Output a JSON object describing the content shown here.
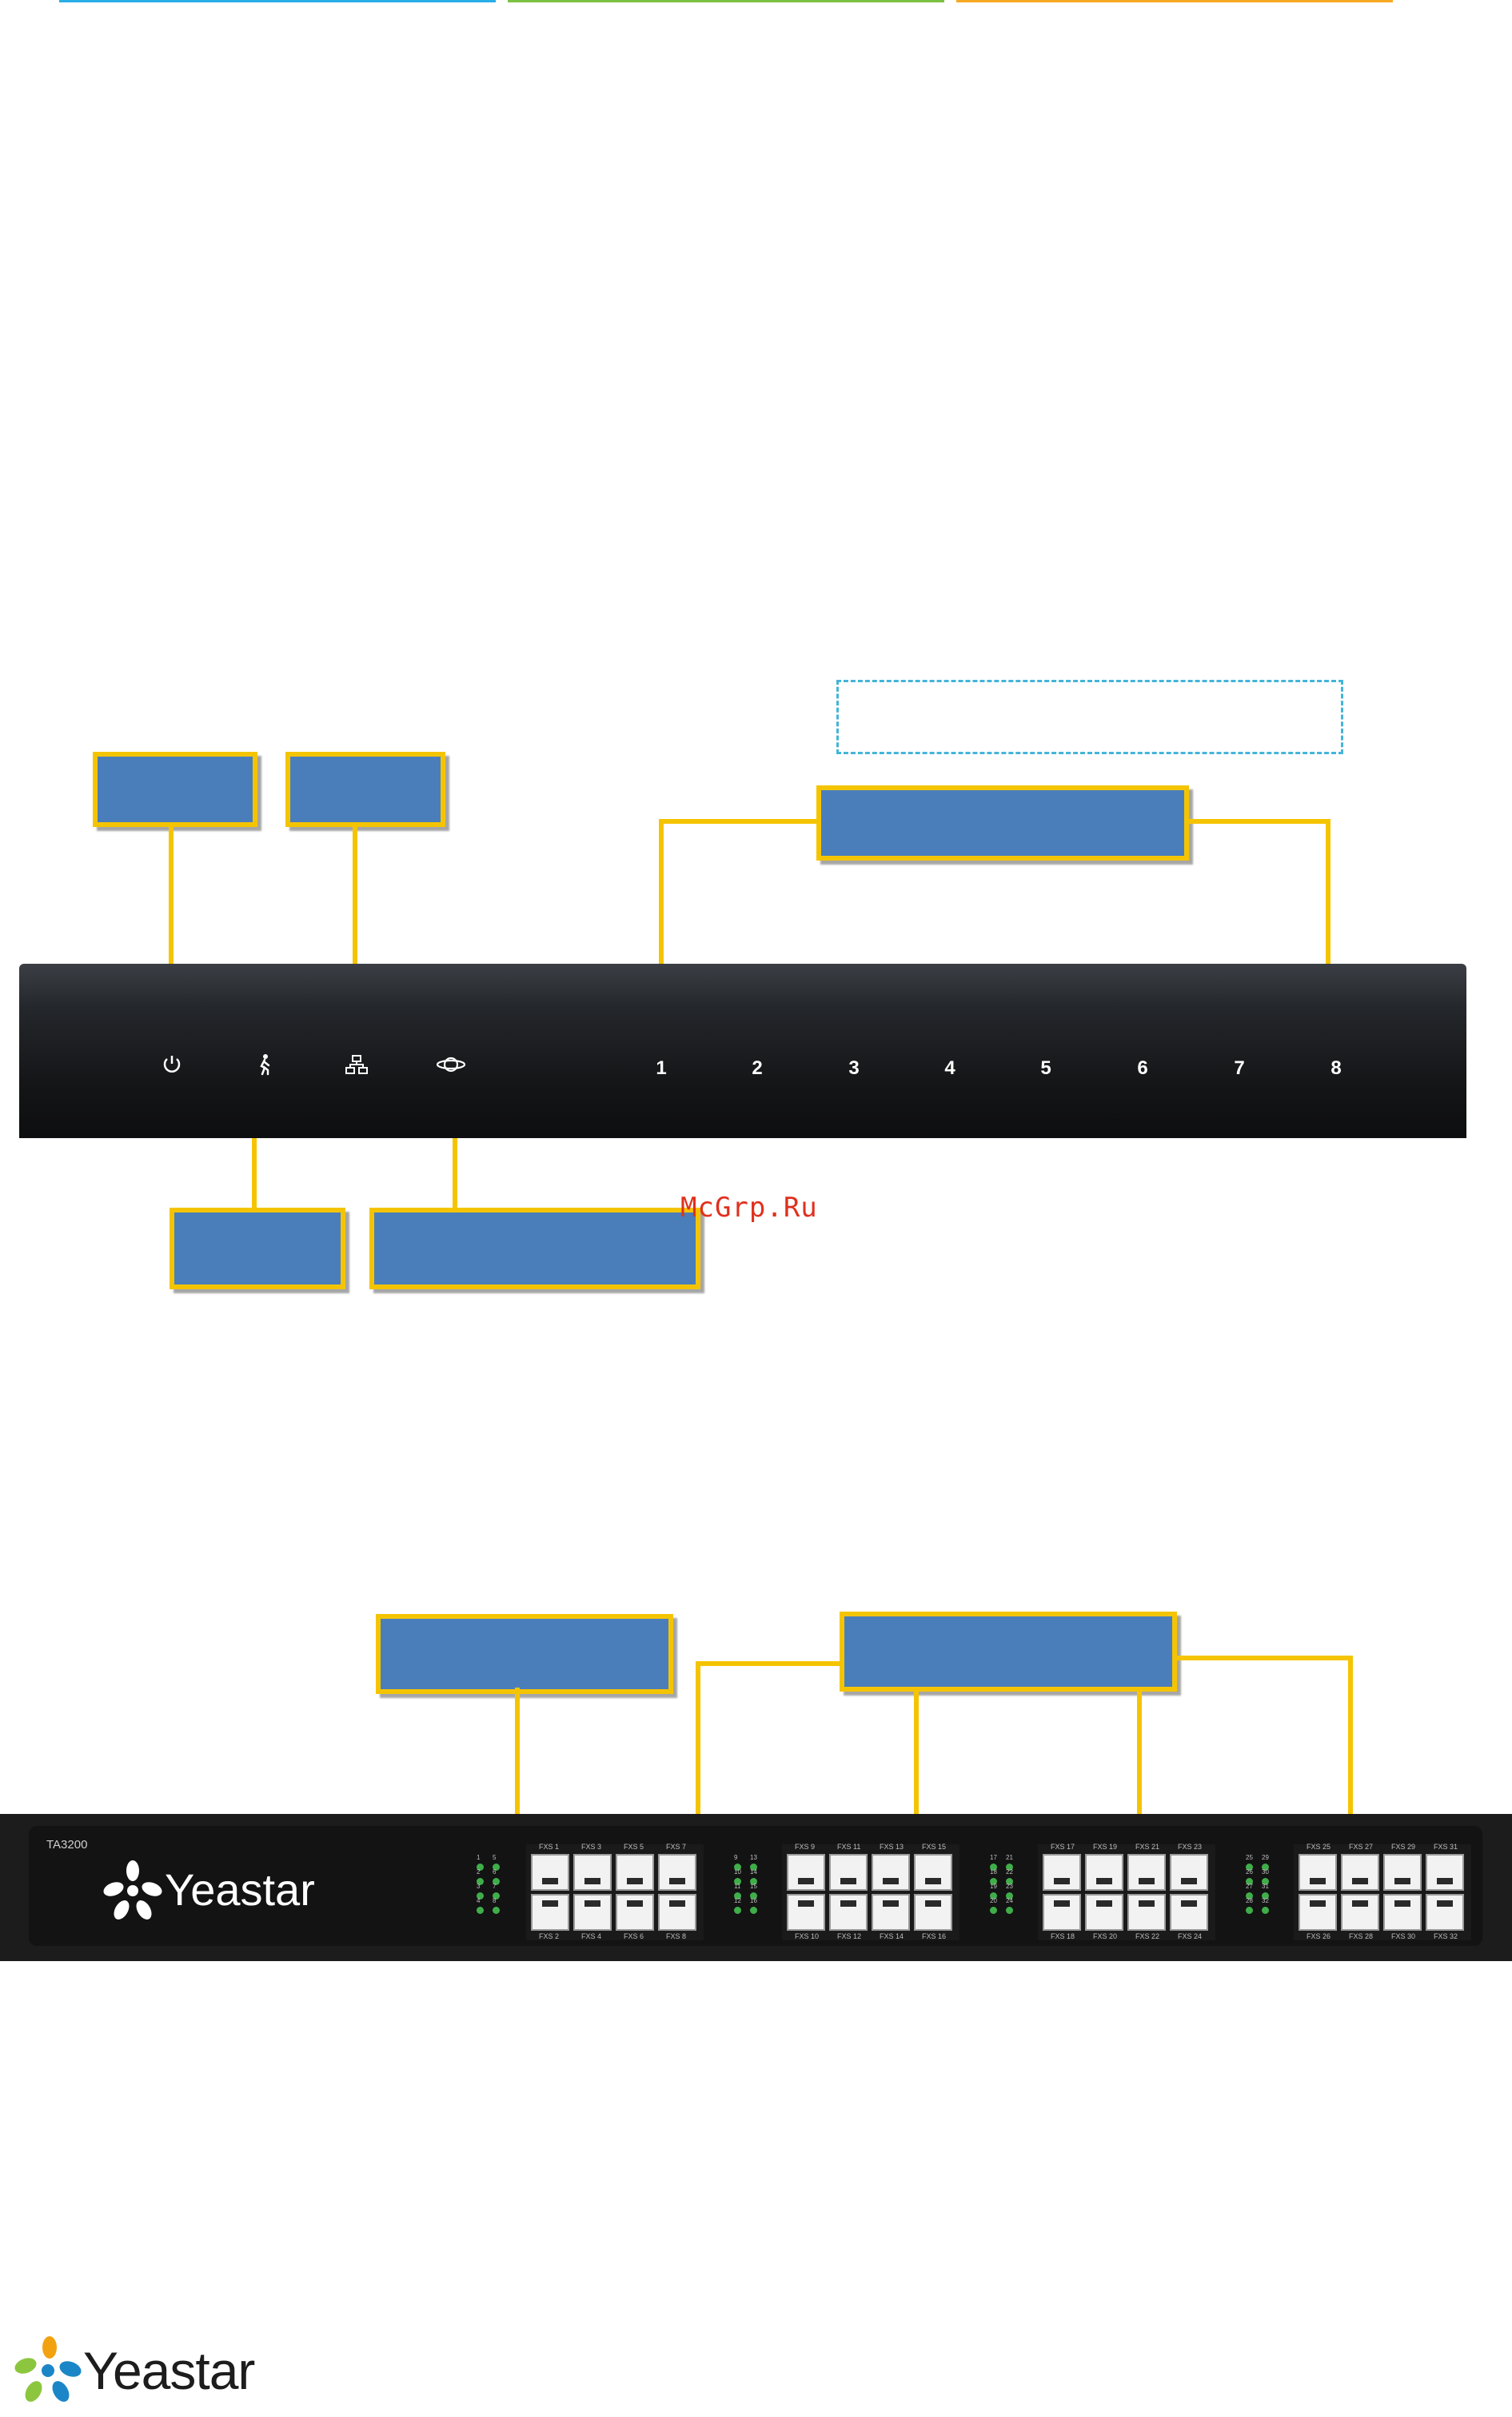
{
  "colors": {
    "rule_blue": "#29aee6",
    "rule_green": "#7dc142",
    "rule_orange": "#f7a823",
    "callout_fill": "#4a7ebb",
    "callout_border": "#f5c400",
    "led_green": "#3fae49"
  },
  "front_panel": {
    "icons": [
      "power-icon",
      "run-icon",
      "network-icon",
      "internet-icon"
    ],
    "port_numbers": [
      "1",
      "2",
      "3",
      "4",
      "5",
      "6",
      "7",
      "8"
    ]
  },
  "watermark": "McGrp.Ru",
  "rack": {
    "model": "TA3200",
    "brand": "Yeastar",
    "group_top_labels": [
      [
        "FXS 1",
        "FXS 3",
        "FXS 5",
        "FXS 7"
      ],
      [
        "FXS 9",
        "FXS 11",
        "FXS 13",
        "FXS 15"
      ],
      [
        "FXS 17",
        "FXS 19",
        "FXS 21",
        "FXS 23"
      ],
      [
        "FXS 25",
        "FXS 27",
        "FXS 29",
        "FXS 31"
      ]
    ],
    "group_bottom_labels": [
      [
        "FXS 2",
        "FXS 4",
        "FXS 6",
        "FXS 8"
      ],
      [
        "FXS 10",
        "FXS 12",
        "FXS 14",
        "FXS 16"
      ],
      [
        "FXS 18",
        "FXS 20",
        "FXS 22",
        "FXS 24"
      ],
      [
        "FXS 26",
        "FXS 28",
        "FXS 30",
        "FXS 32"
      ]
    ],
    "led_numbers": [
      [
        "1",
        "5",
        "2",
        "6",
        "3",
        "7",
        "4",
        "8"
      ],
      [
        "9",
        "13",
        "10",
        "14",
        "11",
        "15",
        "12",
        "16"
      ],
      [
        "17",
        "21",
        "18",
        "22",
        "19",
        "23",
        "20",
        "24"
      ],
      [
        "25",
        "29",
        "26",
        "30",
        "27",
        "31",
        "28",
        "32"
      ]
    ]
  },
  "footer": {
    "brand": "Yeastar"
  }
}
